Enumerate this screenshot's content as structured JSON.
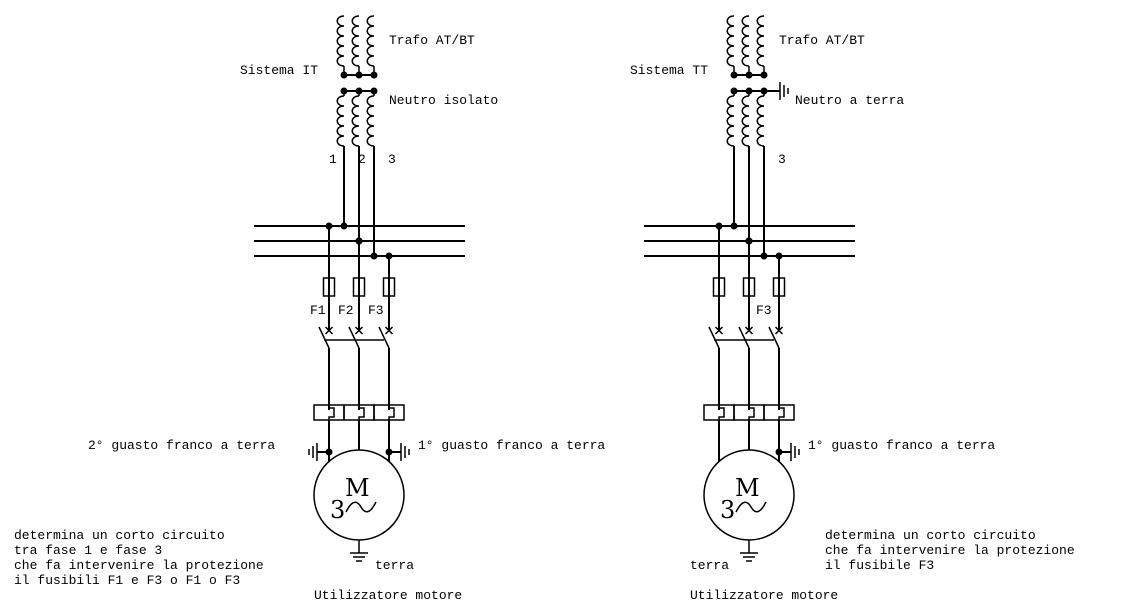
{
  "diagrams": [
    {
      "id": "it",
      "system_label": "Sistema IT",
      "transformer_label": "Trafo AT/BT",
      "neutral_label": "Neutro isolato",
      "neutral_earthed": false,
      "phase_labels": [
        "1",
        "2",
        "3"
      ],
      "fuse_labels": [
        "F1",
        "F2",
        "F3"
      ],
      "faults": [
        {
          "label": "2° guasto franco a terra",
          "phase": 1,
          "side": "left"
        },
        {
          "label": "1° guasto franco a terra",
          "phase": 3,
          "side": "right"
        }
      ],
      "motor": {
        "symbol": "M",
        "phases": "3",
        "wave": "~"
      },
      "earth_label": "terra",
      "caption": "Utilizzatore motore",
      "note_lines": [
        "determina un corto circuito",
        "tra fase 1 e fase 3",
        "che fa intervenire la protezione",
        "il fusibili F1 e F3 o F1 o F3"
      ]
    },
    {
      "id": "tt",
      "system_label": "Sistema TT",
      "transformer_label": "Trafo AT/BT",
      "neutral_label": "Neutro a terra",
      "neutral_earthed": true,
      "phase_labels": [
        "",
        "",
        "3"
      ],
      "fuse_labels": [
        "",
        "",
        "F3"
      ],
      "faults": [
        {
          "label": "1° guasto franco a terra",
          "phase": 3,
          "side": "right"
        }
      ],
      "motor": {
        "symbol": "M",
        "phases": "3",
        "wave": "~"
      },
      "earth_label": "terra",
      "caption": "Utilizzatore motore",
      "note_lines": [
        "determina un corto circuito",
        "che fa intervenire la protezione",
        "il fusibile F3"
      ]
    }
  ]
}
